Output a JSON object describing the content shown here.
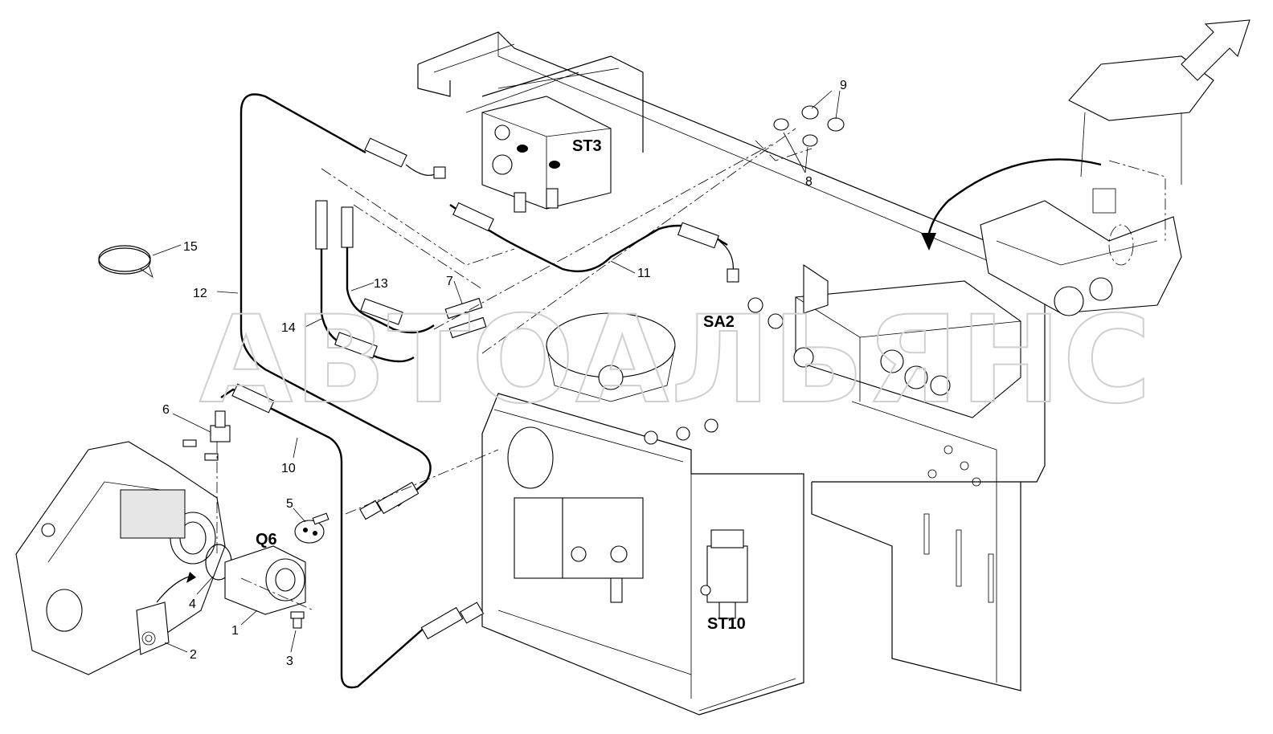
{
  "watermark": "АВТОАЛЬЯНС",
  "part_labels": [
    "1",
    "2",
    "3",
    "4",
    "5",
    "6",
    "7",
    "8",
    "9",
    "10",
    "11",
    "12",
    "13",
    "14",
    "15"
  ],
  "component_codes": [
    "ST3",
    "SA2",
    "Q6",
    "ST10"
  ]
}
